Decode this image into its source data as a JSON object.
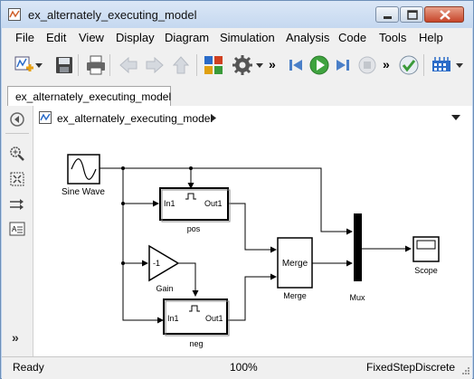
{
  "window": {
    "title": "ex_alternately_executing_model"
  },
  "menu": [
    "File",
    "Edit",
    "View",
    "Display",
    "Diagram",
    "Simulation",
    "Analysis",
    "Code",
    "Tools",
    "Help"
  ],
  "toolbar": {
    "overflow": "»",
    "overflow2": "»"
  },
  "tab": {
    "label": "ex_alternately_executing_model"
  },
  "address": {
    "path": "ex_alternately_executing_model"
  },
  "blocks": {
    "sine": "Sine Wave",
    "pos": "pos",
    "neg": "neg",
    "gain": "Gain",
    "gain_value": "-1",
    "merge_inner": "Merge",
    "merge_label": "Merge",
    "mux": "Mux",
    "scope": "Scope",
    "in1": "In1",
    "out1": "Out1"
  },
  "status": {
    "state": "Ready",
    "zoom": "100%",
    "solver": "FixedStepDiscrete"
  },
  "leftbar": {
    "expand": "»"
  }
}
